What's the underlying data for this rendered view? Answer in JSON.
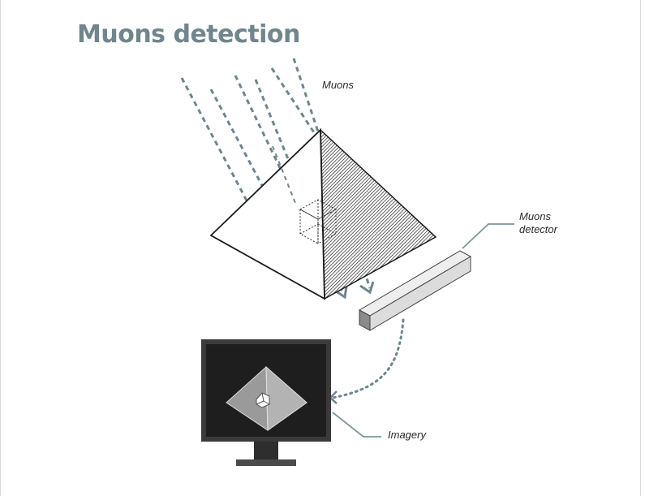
{
  "title": "Muons detection",
  "labels": {
    "muons": "Muons",
    "detector_line1": "Muons",
    "detector_line2": "detector",
    "imagery": "Imagery"
  },
  "colors": {
    "title": "#6f868d",
    "arrows": "#6f868d",
    "leader_lines": "#7f9598",
    "outline": "#1a1a1a",
    "screen": "#1e1e1e",
    "monitor_frame": "#3a3a3a",
    "detector_face": "#dcdcdc",
    "detector_top": "#eeeeee",
    "detector_end": "#8a8a8a"
  },
  "icons": [
    "muon-arrow-icon",
    "pyramid-icon",
    "hidden-chamber-icon",
    "muon-detector-icon",
    "monitor-icon"
  ]
}
